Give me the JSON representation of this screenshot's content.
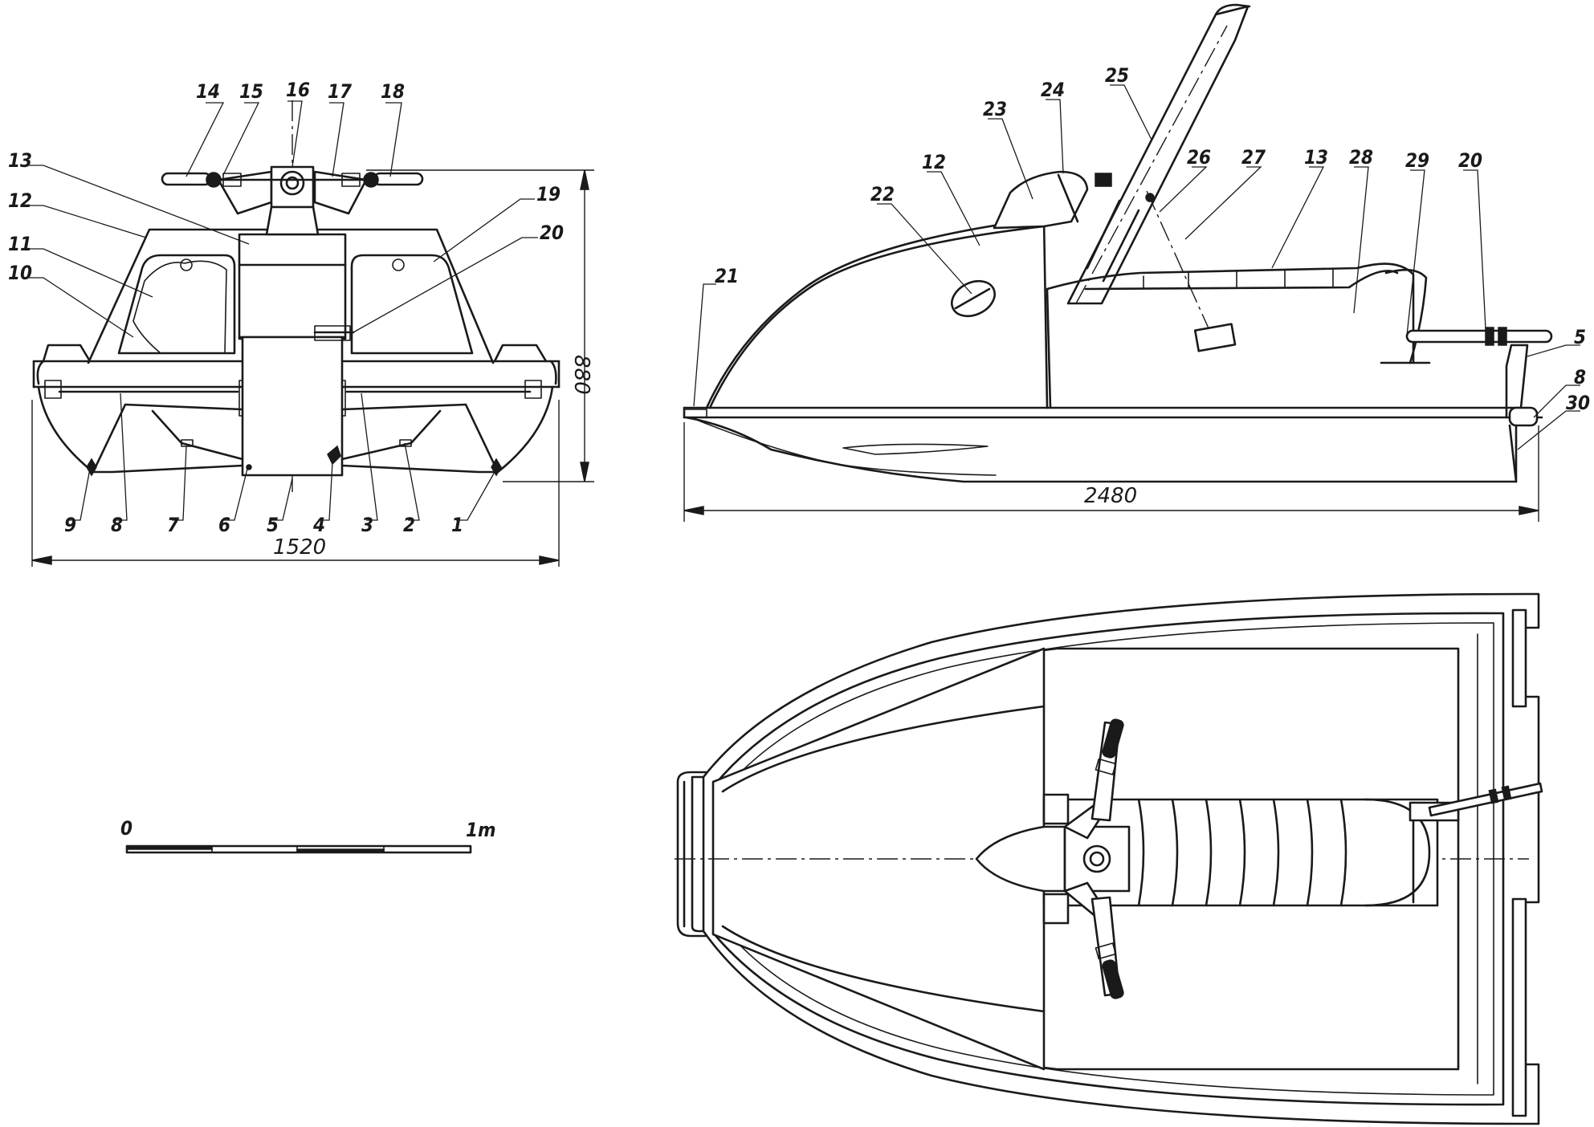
{
  "front_view": {
    "labels": [
      {
        "id": "14",
        "text": "14"
      },
      {
        "id": "15",
        "text": "15"
      },
      {
        "id": "16",
        "text": "16"
      },
      {
        "id": "17",
        "text": "17"
      },
      {
        "id": "18",
        "text": "18"
      },
      {
        "id": "13",
        "text": "13"
      },
      {
        "id": "12",
        "text": "12"
      },
      {
        "id": "11",
        "text": "11"
      },
      {
        "id": "10",
        "text": "10"
      },
      {
        "id": "19",
        "text": "19"
      },
      {
        "id": "20",
        "text": "20"
      },
      {
        "id": "9",
        "text": "9"
      },
      {
        "id": "8",
        "text": "8"
      },
      {
        "id": "7",
        "text": "7"
      },
      {
        "id": "6",
        "text": "6"
      },
      {
        "id": "5",
        "text": "5"
      },
      {
        "id": "4",
        "text": "4"
      },
      {
        "id": "3",
        "text": "3"
      },
      {
        "id": "2",
        "text": "2"
      },
      {
        "id": "1",
        "text": "1"
      }
    ],
    "dimension_width": "1520",
    "dimension_height": "880"
  },
  "side_view": {
    "labels": [
      {
        "id": "21",
        "text": "21"
      },
      {
        "id": "22",
        "text": "22"
      },
      {
        "id": "12",
        "text": "12"
      },
      {
        "id": "23",
        "text": "23"
      },
      {
        "id": "24",
        "text": "24"
      },
      {
        "id": "25",
        "text": "25"
      },
      {
        "id": "26",
        "text": "26"
      },
      {
        "id": "27",
        "text": "27"
      },
      {
        "id": "13",
        "text": "13"
      },
      {
        "id": "28",
        "text": "28"
      },
      {
        "id": "29",
        "text": "29"
      },
      {
        "id": "20",
        "text": "20"
      },
      {
        "id": "5",
        "text": "5"
      },
      {
        "id": "8",
        "text": "8"
      },
      {
        "id": "30",
        "text": "30"
      }
    ],
    "dimension_length": "2480"
  },
  "scale_bar": {
    "start_label": "0",
    "end_label": "1m"
  }
}
